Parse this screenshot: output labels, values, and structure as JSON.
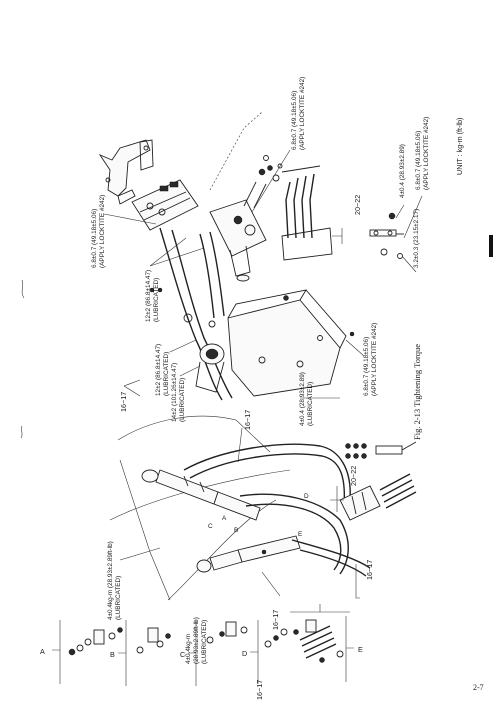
{
  "page": {
    "unit": "UNIT : kg-m (ft-lb)",
    "caption": "Fig. 2-13  Tightening Torque",
    "page_number": "2-7",
    "side_tab_color": "#111111"
  },
  "torque_labels": [
    {
      "id": "t1",
      "line1": "6.8±0.7 (49.18±5.06)",
      "line2": "(APPLY LOCKTITE #242)"
    },
    {
      "id": "t2",
      "line1": "6.8±0.7 (49.18±5.06)",
      "line2": "(APPLY LOCKTITE #242)"
    },
    {
      "id": "t3",
      "line1": "12±2 (86.8±14.47)",
      "line2": "(LUBRICATED)"
    },
    {
      "id": "t4",
      "line1": "12±2 (86.8±14.47)",
      "line2": "(LUBRICATED)"
    },
    {
      "id": "t5",
      "line1": "14±2 (101.26±14.47)",
      "line2": "(LUBRICATED)"
    },
    {
      "id": "t6",
      "line1": "4±0.4 (28.93±2.89)",
      "line2": "(LUBRICATED)"
    },
    {
      "id": "t7",
      "line1": "4±0.4kg-m (28.93±2.89ft-lb)",
      "line2": "(LUBRICATED)"
    },
    {
      "id": "t8",
      "line1": "4±0.4kg-m",
      "line2": "(28.93±2.89ft-lb)",
      "line3": "(LUBRICATED)"
    },
    {
      "id": "t9",
      "line1": "6.8±0.7 (49.18±5.06)",
      "line2": "(APPLY LOCKTITE #242)"
    },
    {
      "id": "t10",
      "line1": "4±0.4 (28.93±2.89)"
    },
    {
      "id": "t11",
      "line1": "3.2±0.3 (23.15±2.17)"
    }
  ],
  "ranges": [
    {
      "id": "r1",
      "text": "16~17"
    },
    {
      "id": "r2",
      "text": "16~17"
    },
    {
      "id": "r3",
      "text": "20~22"
    },
    {
      "id": "r4",
      "text": "16~17"
    },
    {
      "id": "r5",
      "text": "16~17"
    },
    {
      "id": "r6",
      "text": "20~22"
    },
    {
      "id": "r7",
      "text": "16~17"
    }
  ],
  "groups": [
    {
      "id": "gA",
      "letter": "A"
    },
    {
      "id": "gB",
      "letter": "B"
    },
    {
      "id": "gC",
      "letter": "C"
    },
    {
      "id": "gD",
      "letter": "D"
    },
    {
      "id": "gE",
      "letter": "E"
    }
  ],
  "markers": [
    "A",
    "B",
    "C",
    "D",
    "E"
  ]
}
